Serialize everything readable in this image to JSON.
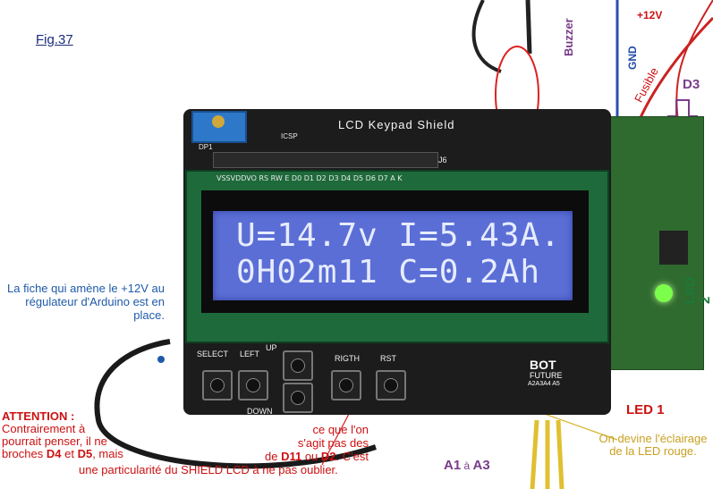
{
  "figure": {
    "label": "Fig.37"
  },
  "lcd": {
    "line1": "U=14.7v I=5.43A.",
    "line2": "0H02m11 C=0.2Ah"
  },
  "board": {
    "title": "LCD Keypad Shield",
    "pot_label": "DP1",
    "icsp_label": "ICSP",
    "header_label": "J6",
    "pin_labels": "VSSVDDVO RS RW E  D0 D1 D2 D3 D4 D5 D6 D7 A  K",
    "buttons": {
      "select": "SELECT",
      "left": "LEFT",
      "up": "UP",
      "down": "DOWN",
      "right": "RIGTH",
      "rst": "RST"
    },
    "brand": "BOT",
    "brand_sub": "FUTURE",
    "analog_pins": "A2A3A4 A5"
  },
  "annotations": {
    "jack_note": "La fiche qui amène le +12V au régulateur d'Arduino est en place.",
    "attention_title": "ATTENTION :",
    "attention_l1": "Contrairement à",
    "attention_l2": "pourrait penser, il ne",
    "attention_l3a": "broches ",
    "attention_d4": "D4",
    "attention_l3b": " et ",
    "attention_d5": "D5",
    "attention_l3c": ", mais",
    "ce_l1": "ce que l'on",
    "ce_l2": "s'agit pas des",
    "ce_l3a": "de ",
    "ce_d11": "D11",
    "ce_l3b": " ou ",
    "ce_d2": "D2",
    "ce_l3c": ". C'est",
    "ce_l4": "une particularité du SHIELD LCD à ne pas oublier.",
    "led_note": "On devine l'éclairage de la LED rouge.",
    "led1": "LED 1",
    "led2": "LED 2",
    "a1": "A1",
    "a_to": " à ",
    "a3": "A3",
    "gnd": "GND",
    "v12": "+12V",
    "fusible": "Fusible",
    "buzzer": "Buzzer",
    "d3": "D3"
  },
  "colors": {
    "lcd_backlight": "#5b6ed6",
    "lcd_text": "#e6ecff",
    "pcb_green": "#1e6a3a",
    "annotation_red": "#cc1111",
    "annotation_blue": "#1f5aa8",
    "annotation_yellow": "#c9a020",
    "annotation_purple": "#7a3c8a",
    "annotation_green": "#1a7a3a"
  }
}
